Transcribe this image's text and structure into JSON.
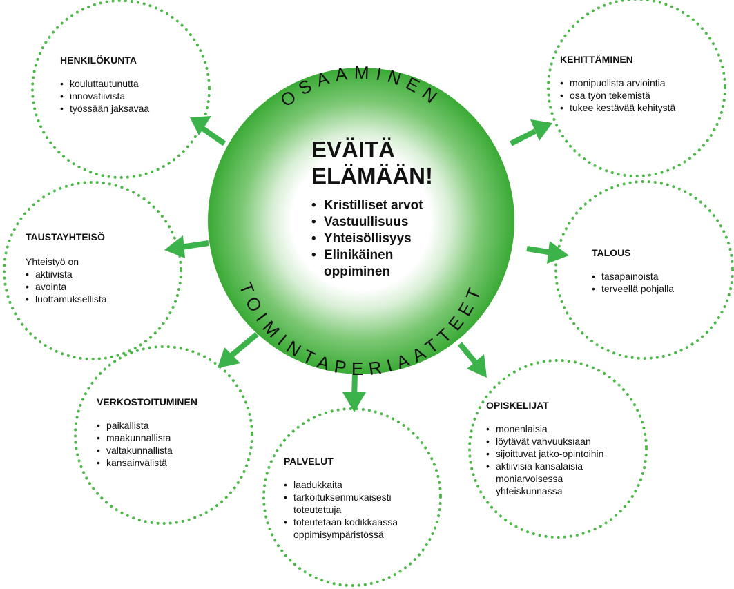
{
  "center": {
    "title_line1": "EVÄITÄ",
    "title_line2": "ELÄMÄÄN!",
    "items": [
      "Kristilliset arvot",
      "Vastuullisuus",
      "Yhteisöllisyys",
      "Elinikäinen oppiminen"
    ]
  },
  "ring": {
    "top_text": "OSAAMINEN",
    "bottom_text": "TOIMINTAPERIAATTEET"
  },
  "satellites": {
    "henkilokunta": {
      "title": "HENKILÖKUNTA",
      "items": [
        "kouluttautunutta",
        "innovatiivista",
        "työssään jaksavaa"
      ]
    },
    "kehittaminen": {
      "title": "KEHITTÄMINEN",
      "items": [
        "monipuolista arviointia",
        "osa työn tekemistä",
        "tukee kestävää kehitystä"
      ]
    },
    "taustayhteiso": {
      "title": "TAUSTAYHTEISÖ",
      "intro": "Yhteistyö on",
      "items": [
        "aktiivista",
        "avointa",
        "luottamuksellista"
      ]
    },
    "talous": {
      "title": "TALOUS",
      "items": [
        "tasapainoista",
        "terveellä pohjalla"
      ]
    },
    "verkostoituminen": {
      "title": "VERKOSTOITUMINEN",
      "items": [
        "paikallista",
        "maakunnallista",
        "valtakunnallista",
        "kansainvälistä"
      ]
    },
    "palvelut": {
      "title": "PALVELUT",
      "items": [
        "laadukkaita",
        "tarkoituksenmukaisesti toteutettuja",
        "toteutetaan kodikkaassa oppimisympäristössä"
      ]
    },
    "opiskelijat": {
      "title": "OPISKELIJAT",
      "items": [
        "monenlaisia",
        "löytävät vahvuuksiaan",
        "sijoittuvat jatko-opintoihin",
        "aktiivisia kansalaisia moniarvoisessa yhteiskunnassa"
      ]
    }
  },
  "colors": {
    "ring_dark": "#3aaa35",
    "ring_light": "#ffffff",
    "arrow": "#3bb34a",
    "dotted_border": "#4cb848"
  }
}
